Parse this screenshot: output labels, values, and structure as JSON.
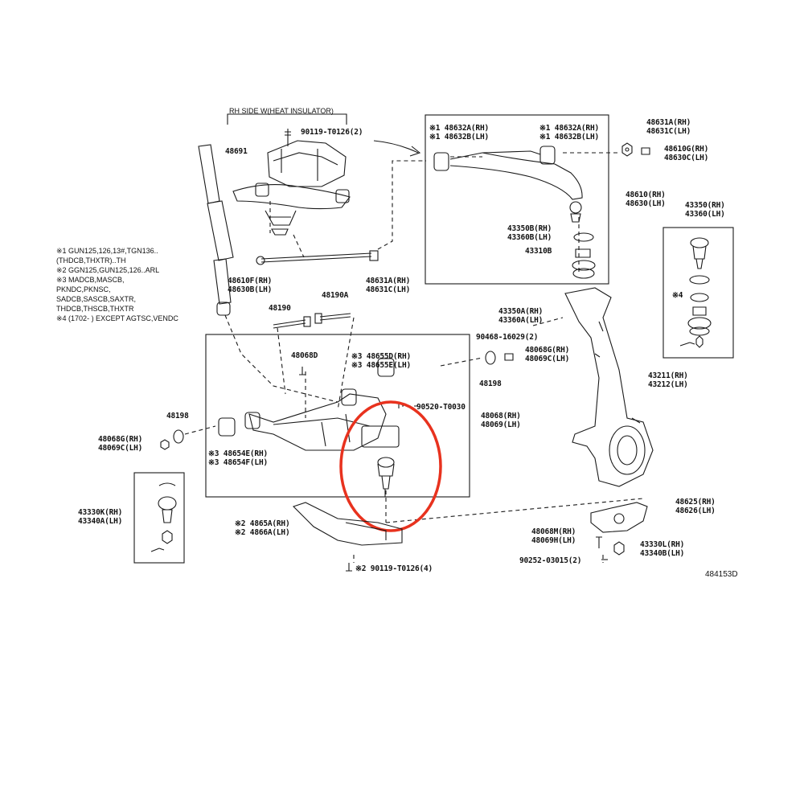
{
  "diagram_id": "484153D",
  "header_insulator": "RH SIDE W(HEAT INSULATOR)",
  "notes": [
    "※1  GUN125,126,13#,TGN136..",
    "      (THDCB,THXTR)..TH",
    "※2  GGN125,GUN125,126..ARL",
    "※3  MADCB,MASCB,",
    "      PKNDC,PKNSC,",
    "      SADCB,SASCB,SAXTR,",
    "      THDCB,THSCB,THXTR",
    "※4  (1702-        ) EXCEPT AGTSC,VENDC"
  ],
  "labels": {
    "p90119_2": "90119-T0126(2)",
    "p48691": "48691",
    "p48610F": "48610F(RH)",
    "p48630B": "48630B(LH)",
    "p48631A_l": "48631A(RH)",
    "p48631C_l": "48631C(LH)",
    "p48190": "48190",
    "p48190A": "48190A",
    "p48632A_1": "※1 48632A(RH)",
    "p48632B_1": "※1 48632B(LH)",
    "p48632A_2": "※1 48632A(RH)",
    "p48632B_2": "※1 48632B(LH)",
    "p48631A_r": "48631A(RH)",
    "p48631C_r": "48631C(LH)",
    "p48610G": "48610G(RH)",
    "p48630C": "48630C(LH)",
    "p48610": "48610(RH)",
    "p48630": "48630(LH)",
    "p43350B": "43350B(RH)",
    "p43360B": "43360B(LH)",
    "p43310B": "43310B",
    "p43350": "43350(RH)",
    "p43360": "43360(LH)",
    "p4mark": "※4",
    "p43350A": "43350A(RH)",
    "p43360A": "43360A(LH)",
    "p90468": "90468-16029(2)",
    "p48068G_r": "48068G(RH)",
    "p48069C_r": "48069C(LH)",
    "p48198_r": "48198",
    "p48068D": "48068D",
    "p48655D": "※3 48655D(RH)",
    "p48655E": "※3 48655E(LH)",
    "p90520": "90520-T0030",
    "p48068": "48068(RH)",
    "p48069": "48069(LH)",
    "p48198_l": "48198",
    "p48068G_l": "48068G(RH)",
    "p48069C_l": "48069C(LH)",
    "p48654E": "※3 48654E(RH)",
    "p48654F": "※3 48654F(LH)",
    "p43211": "43211(RH)",
    "p43212": "43212(LH)",
    "p43330K": "43330K(RH)",
    "p43340A": "43340A(LH)",
    "p4865A": "※2 4865A(RH)",
    "p4866A": "※2 4866A(LH)",
    "p90119_4": "※2 90119-T0126(4)",
    "p48625": "48625(RH)",
    "p48626": "48626(LH)",
    "p48068M": "48068M(RH)",
    "p48069H": "48069H(LH)",
    "p43330L": "43330L(RH)",
    "p43340B": "43340B(LH)",
    "p90252": "90252-03015(2)"
  },
  "colors": {
    "ink": "#1a1a1a",
    "highlight": "#e8321e"
  }
}
